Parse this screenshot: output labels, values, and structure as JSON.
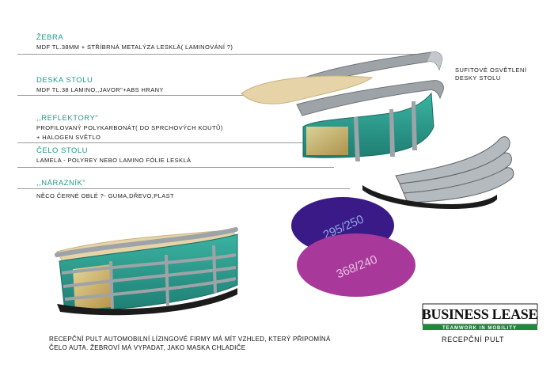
{
  "sections": [
    {
      "title": "Žebra",
      "lines": [
        "MDF tl.38mm + stříbrná metalýza lesklá( laminování ?)"
      ]
    },
    {
      "title": "Deska stolu",
      "lines": [
        "MDF tl.38 lamino,,javor\"+abs hrany"
      ]
    },
    {
      "title": ",,Reflektory\"",
      "lines": [
        "profilovaný polykarbonát( do sprchových koutů)",
        "+ halogen světlo"
      ]
    },
    {
      "title": "Čelo stolu",
      "lines": [
        "lamela - polyrey nebo lamino fólie lesklá"
      ]
    },
    {
      "title": ",,Nárazník\"",
      "lines": [
        "něco černé oblé ?- guma,dřevo,plast"
      ]
    }
  ],
  "side_note": [
    "Sufitové osvětlení",
    "desky stolu"
  ],
  "ellipses": [
    {
      "label": "295/250",
      "color": "#3a1a86"
    },
    {
      "label": "368/240",
      "color": "#a8399a"
    }
  ],
  "caption": [
    "Recepční pult automobilní lízingové firmy má mít vzhled, který připomíná",
    "čelo auta. Žebroví má vypadat, jako maska chladiče"
  ],
  "logo": {
    "name": "BUSINESS LEASE",
    "tagline": "TEAMWORK IN MOBILITY",
    "subtitle": "Recepční pult"
  },
  "colors": {
    "teal": "#2e9e8f",
    "silver": "#9ea3a8",
    "wood": "#e6d4a8",
    "glow": "#f3c978",
    "black": "#1b1b1b"
  }
}
